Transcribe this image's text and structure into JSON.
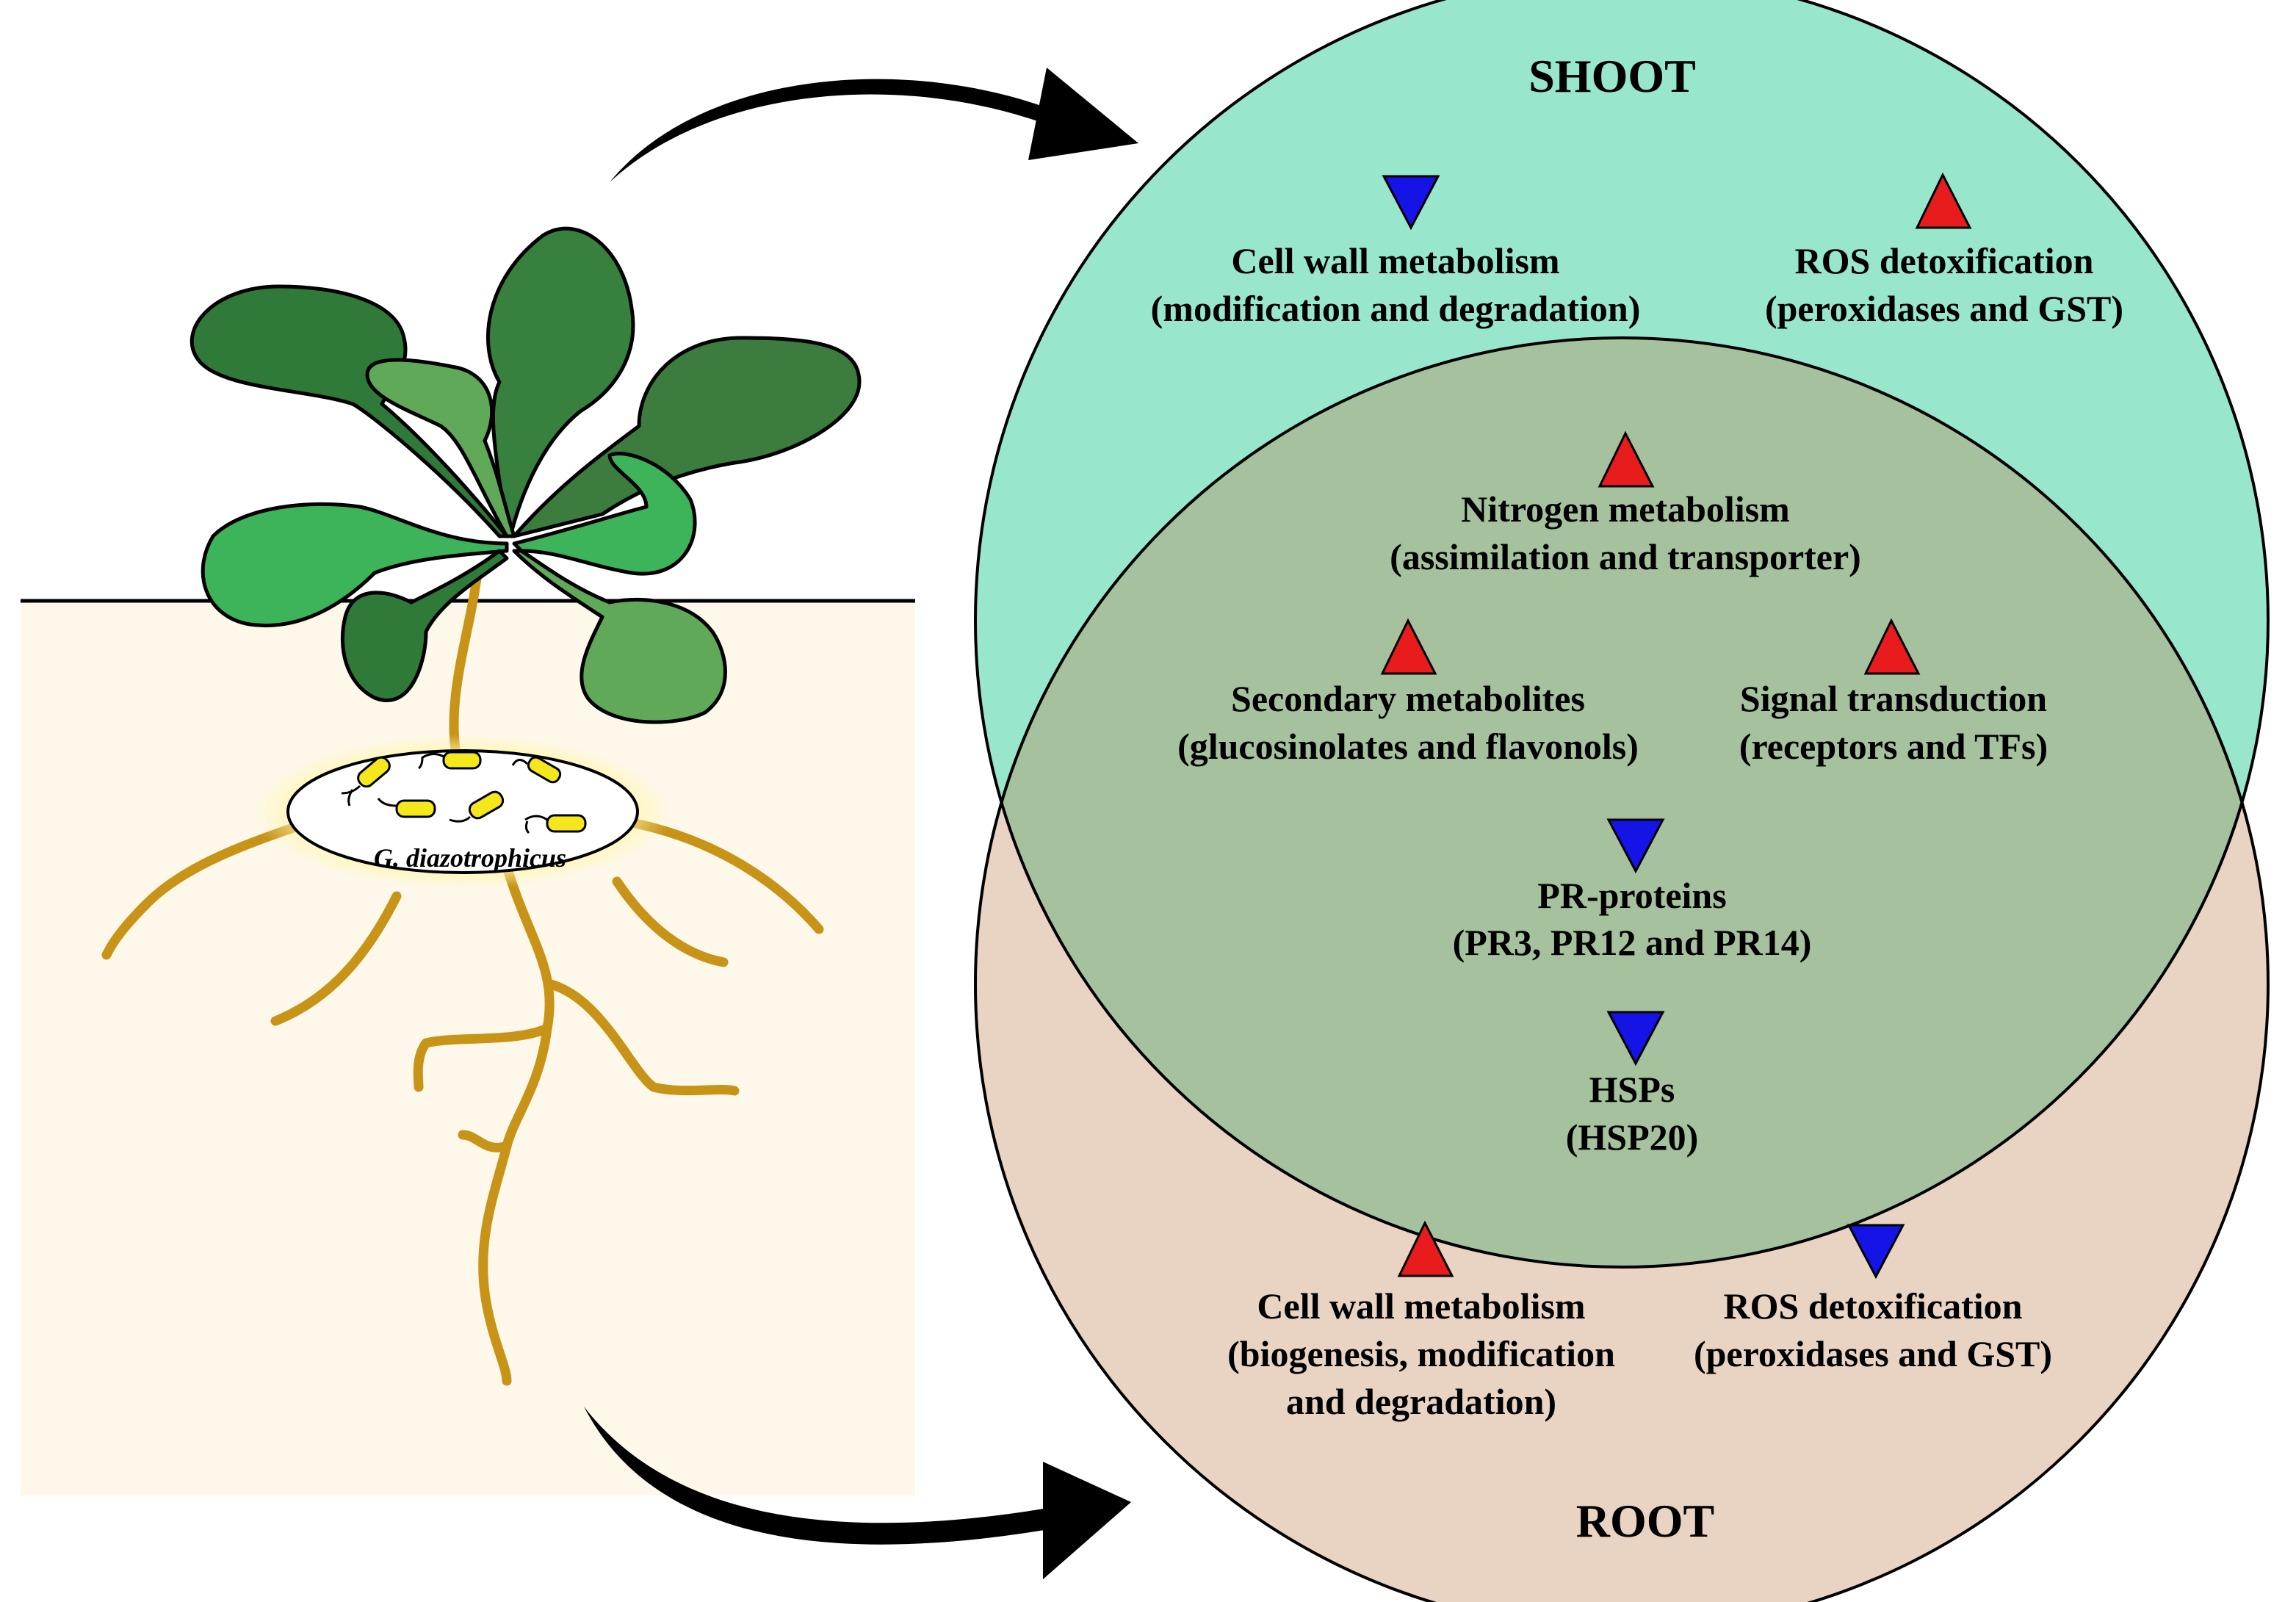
{
  "colors": {
    "shoot_fill": "#98e6cb",
    "root_fill": "#e9d3c2",
    "overlap_fill": "#a5c19d",
    "soil_fill": "#fdf8ea",
    "root_stroke": "#c89418",
    "leaf_dark": "#2f7a38",
    "leaf_mid": "#3c9a45",
    "leaf_light": "#5fa959",
    "bacteria_fill": "#f4e81c",
    "up_arrow": "#e81c1c",
    "down_arrow": "#1414e6"
  },
  "icons": {
    "up": "red-up-triangle-icon",
    "down": "blue-down-triangle-icon"
  },
  "organism": "G. diazotrophicus",
  "shoot": {
    "title": "SHOOT",
    "items": [
      {
        "direction": "down",
        "line1": "Cell wall metabolism",
        "line2": "(modification and degradation)"
      },
      {
        "direction": "up",
        "line1": "ROS detoxification",
        "line2": "(peroxidases and GST)"
      }
    ]
  },
  "root": {
    "title": "ROOT",
    "items": [
      {
        "direction": "up",
        "line1": "Cell wall metabolism",
        "line2": "(biogenesis, modification",
        "line3": "and degradation)"
      },
      {
        "direction": "down",
        "line1": "ROS detoxification",
        "line2": "(peroxidases and GST)"
      }
    ]
  },
  "shared": {
    "items": [
      {
        "direction": "up",
        "line1": "Nitrogen metabolism",
        "line2": "(assimilation and transporter)"
      },
      {
        "direction": "up",
        "line1": "Secondary metabolites",
        "line2": "(glucosinolates and flavonols)"
      },
      {
        "direction": "up",
        "line1": "Signal transduction",
        "line2": "(receptors and TFs)"
      },
      {
        "direction": "down",
        "line1": "PR-proteins",
        "line2": "(PR3, PR12 and PR14)"
      },
      {
        "direction": "down",
        "line1": "HSPs",
        "line2": "(HSP20)"
      }
    ]
  }
}
